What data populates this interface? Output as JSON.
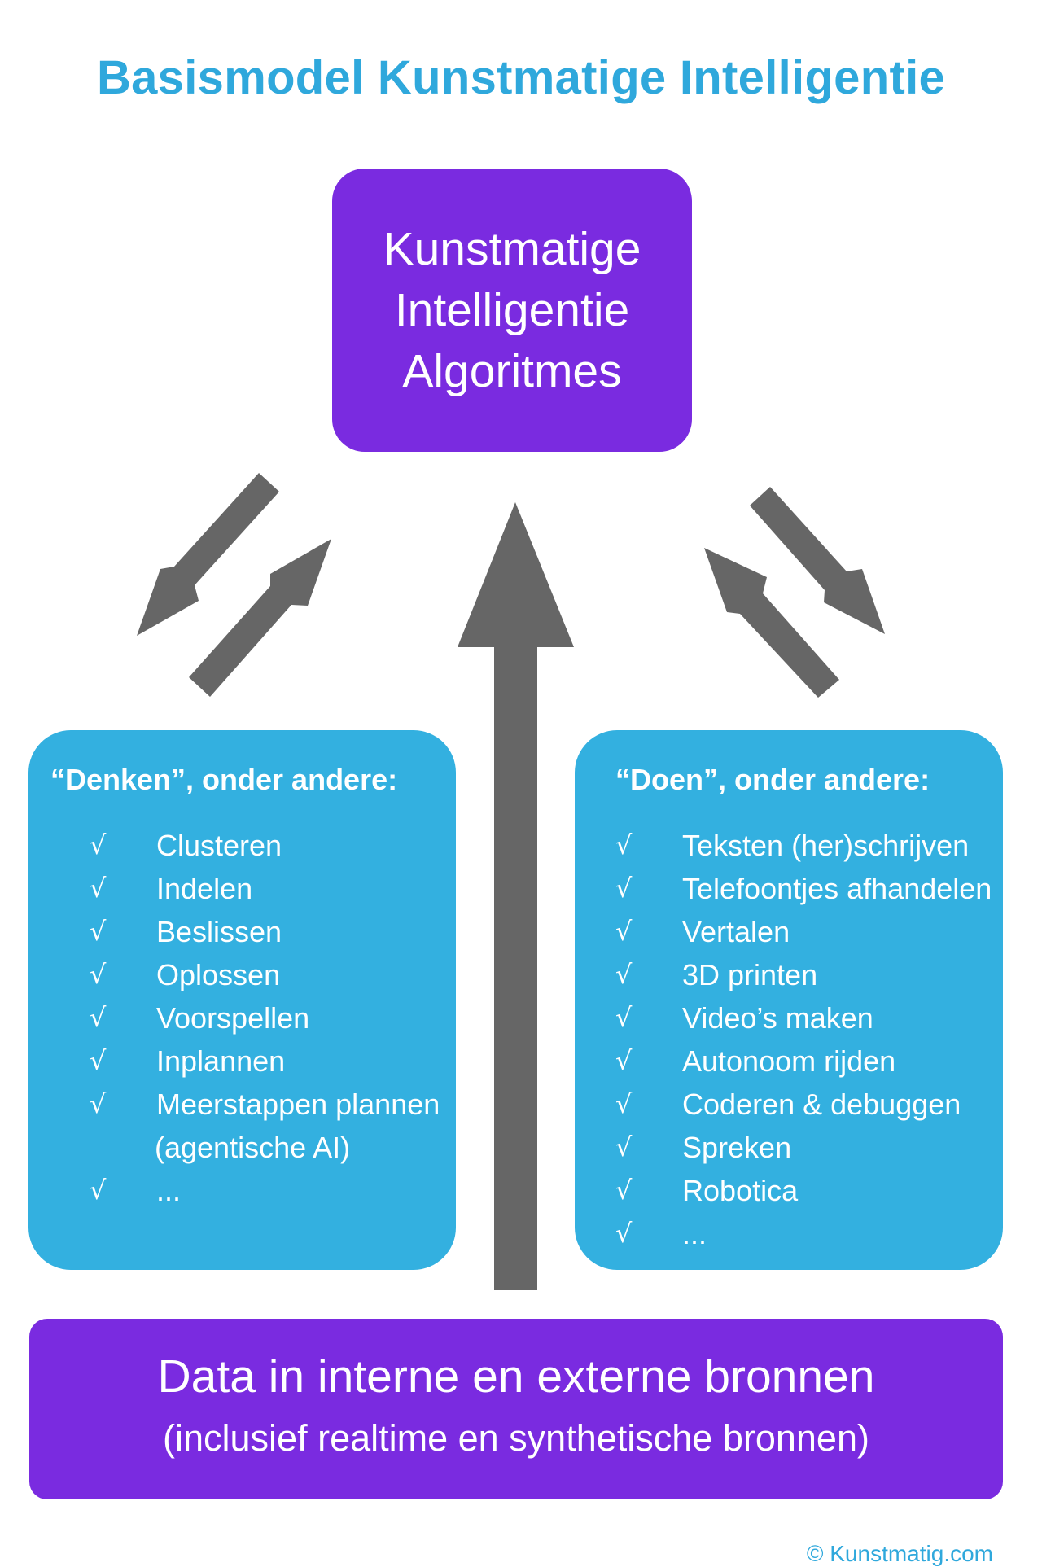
{
  "title": "Basismodel Kunstmatige Intelligentie",
  "ai_box": {
    "lines": [
      "Kunstmatige",
      "Intelligentie",
      "Algoritmes"
    ]
  },
  "denken": {
    "heading": "“Denken”, onder andere:",
    "check_mark": "√",
    "items": [
      "Clusteren",
      "Indelen",
      "Beslissen",
      "Oplossen",
      "Voorspellen",
      "Inplannen",
      "Meerstappen plannen",
      "(agentische AI)",
      "..."
    ]
  },
  "doen": {
    "heading": "“Doen”, onder andere:",
    "check_mark": "√",
    "items": [
      "Teksten (her)schrijven",
      "Telefoontjes afhandelen",
      "Vertalen",
      "3D printen",
      "Video’s maken",
      "Autonoom rijden",
      "Coderen & debuggen",
      "Spreken",
      "Robotica",
      "..."
    ]
  },
  "data_box": {
    "line1": "Data in interne en externe bronnen",
    "line2": "(inclusief realtime en synthetische bronnen)"
  },
  "copyright": "© Kunstmatig.com",
  "colors": {
    "title": "#2fa8dc",
    "purple_box": "#7a2be0",
    "blue_panel": "#33b0e0",
    "arrow": "#666666"
  }
}
